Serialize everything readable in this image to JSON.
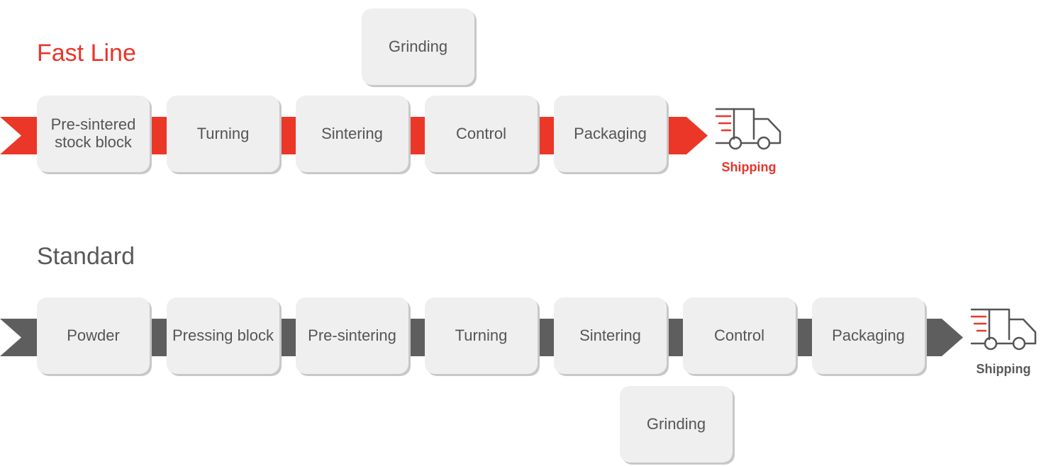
{
  "fast_line": {
    "title": "Fast Line",
    "steps": [
      "Pre-sintered\nstock block",
      "Turning",
      "Sintering",
      "Control",
      "Packaging"
    ],
    "branch": "Grinding",
    "shipping": "Shipping",
    "accent": "#ea3728"
  },
  "standard": {
    "title": "Standard",
    "steps": [
      "Powder",
      "Pressing block",
      "Pre-sintering",
      "Turning",
      "Sintering",
      "Control",
      "Packaging"
    ],
    "branch": "Grinding",
    "shipping": "Shipping",
    "accent": "#5e5e5e"
  },
  "icons": {
    "shipping": "delivery-truck-icon"
  }
}
